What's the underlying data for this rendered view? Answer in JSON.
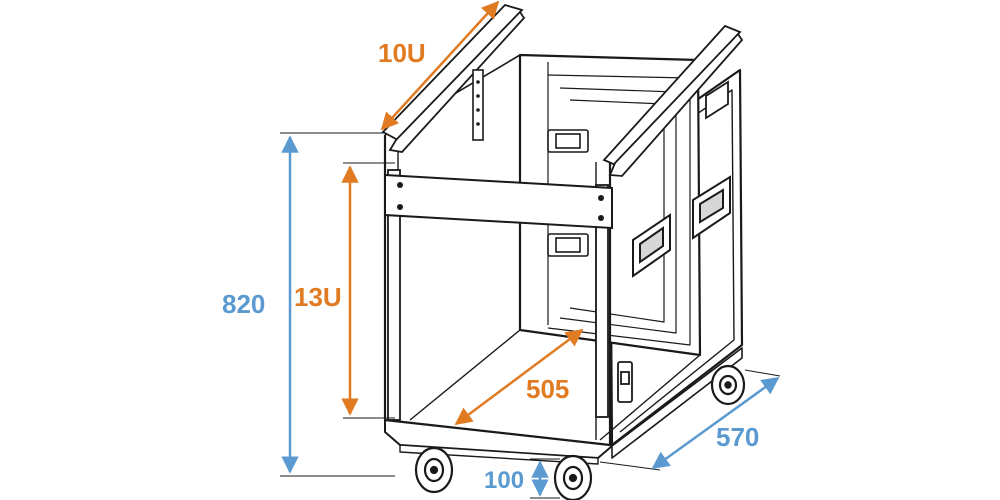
{
  "colors": {
    "orange": "#e07b22",
    "blue": "#5b9ad0",
    "line": "#1a1a1a",
    "handle_highlight": "#d7d7d7"
  },
  "dimensions": {
    "rack_top": "10U",
    "rack_front": "13U",
    "height": "820",
    "depth_inner": "505",
    "depth_outer": "570",
    "wheel_height": "100"
  }
}
